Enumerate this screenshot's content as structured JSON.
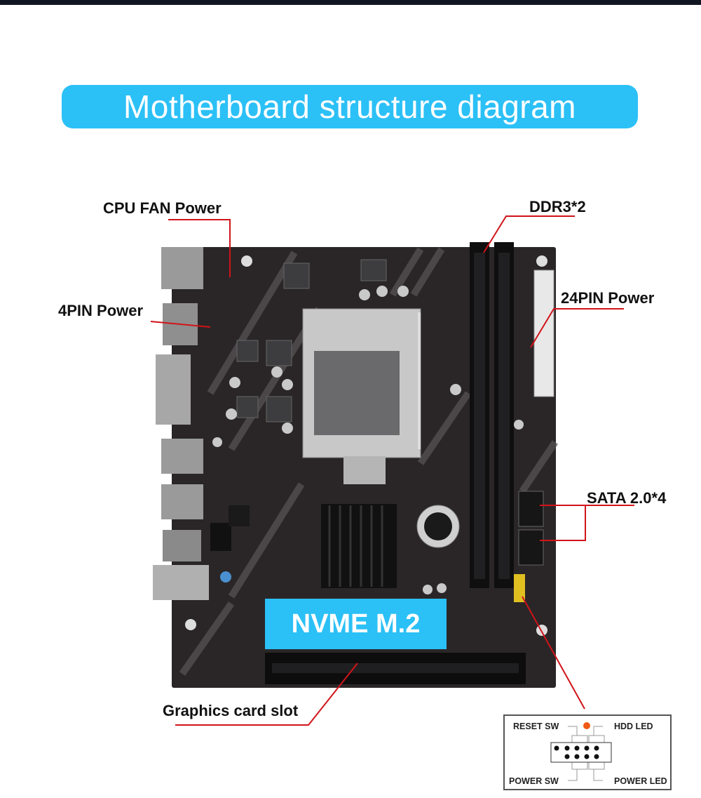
{
  "title": "Motherboard structure diagram",
  "labels": {
    "cpu_fan": "CPU FAN Power",
    "ddr3": "DDR3*2",
    "pin4": "4PIN Power",
    "pin24": "24PIN Power",
    "sata": "SATA 2.0*4",
    "gpu_slot": "Graphics card slot",
    "nvme": "NVME M.2"
  },
  "front_panel": {
    "reset_sw": "RESET SW",
    "hdd_led": "HDD LED",
    "power_sw": "POWER SW",
    "power_led": "POWER LED"
  },
  "colors": {
    "accent": "#2bc0f6",
    "leader_line": "#d0141a",
    "board": "#2a2627"
  }
}
